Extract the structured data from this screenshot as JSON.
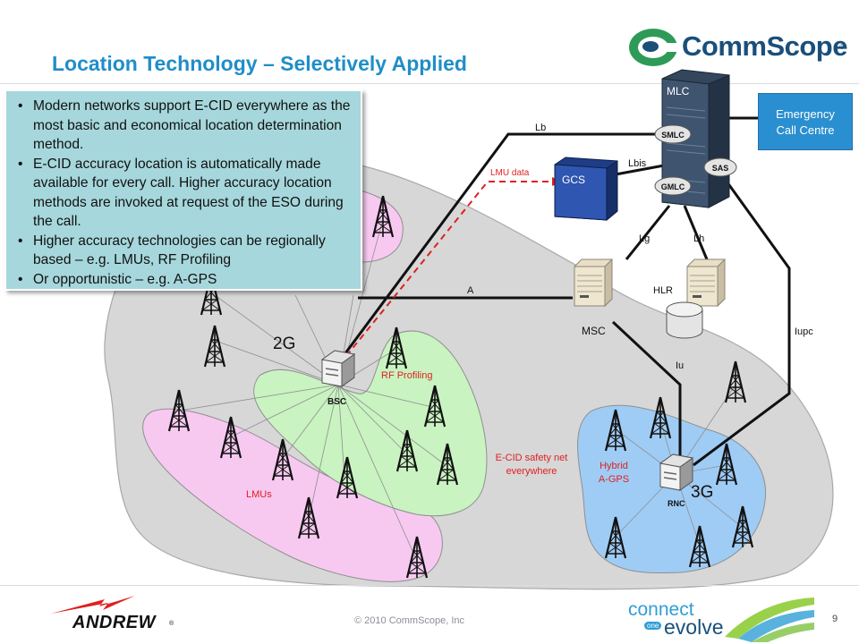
{
  "slide": {
    "title": "Location Technology – Selectively Applied",
    "page_number": "9",
    "copyright": "© 2010 CommScope, Inc"
  },
  "logos": {
    "commscope": "CommScope",
    "andrew": "ANDREW",
    "connect": "connect",
    "one": "one",
    "evolve": "evolve"
  },
  "callout": {
    "bullets": [
      "Modern networks support E-CID everywhere as the most basic and economical location determination method.",
      "E-CID accuracy location is automatically made available for every call. Higher accuracy location methods are invoked at request of the ESO during the call.",
      "Higher accuracy technologies can be regionally based – e.g. LMUs, RF Profiling",
      "Or opportunistic – e.g. A-GPS"
    ]
  },
  "emergency": {
    "line1": "Emergency",
    "line2": "Call Centre"
  },
  "nodes": {
    "mlc": "MLC",
    "smlc": "SMLC",
    "gmlc": "GMLC",
    "sas": "SAS",
    "gcs": "GCS",
    "msc": "MSC",
    "hlr": "HLR",
    "bsc": "BSC",
    "rnc": "RNC"
  },
  "interfaces": {
    "lb": "Lb",
    "lbis": "Lbis",
    "lmu_data": "LMU data",
    "lg": "Lg",
    "lh": "Lh",
    "a": "A",
    "iu": "Iu",
    "iupc": "Iupc"
  },
  "regions": {
    "net_2g": "2G",
    "net_3g": "3G",
    "rf_profiling": "RF Profiling",
    "lmus": "LMUs",
    "ecid_line1": "E-CID safety net",
    "ecid_line2": "everywhere",
    "agps_line1": "Hybrid",
    "agps_line2": "A-GPS"
  },
  "colors": {
    "title": "#1f8ec9",
    "ecid_region": "#d7d7d7",
    "lmu_region": "#f7c9f1",
    "rf_region": "#c9f3c1",
    "agps_region": "#9fccf5",
    "callout": "#a6d7dc",
    "emergency_box": "#2a8fd0",
    "label_red": "#e02020"
  }
}
